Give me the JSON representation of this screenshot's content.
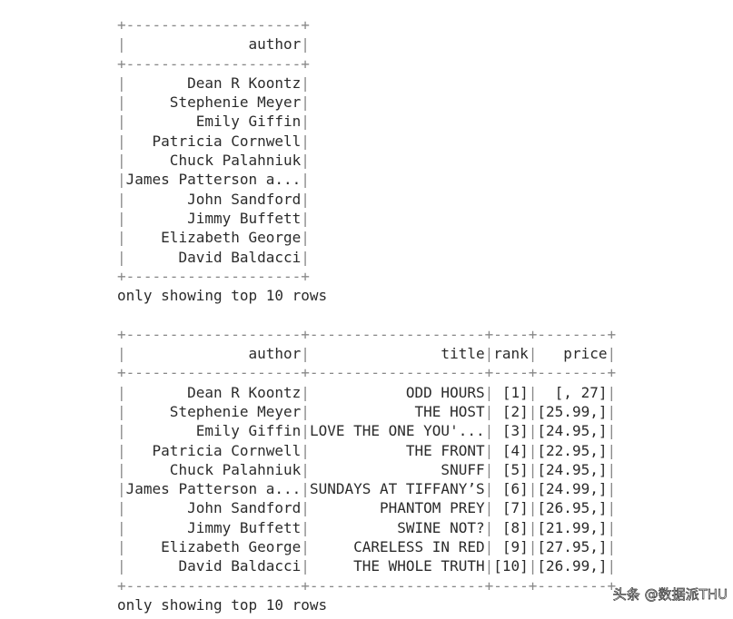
{
  "tables": [
    {
      "columns": [
        {
          "name": "author",
          "width": 20
        }
      ],
      "rows": [
        [
          "Dean R Koontz"
        ],
        [
          "Stephenie Meyer"
        ],
        [
          "Emily Giffin"
        ],
        [
          "Patricia Cornwell"
        ],
        [
          "Chuck Palahniuk"
        ],
        [
          "James Patterson a..."
        ],
        [
          "John Sandford"
        ],
        [
          "Jimmy Buffett"
        ],
        [
          "Elizabeth George"
        ],
        [
          "David Baldacci"
        ]
      ],
      "footer": "only showing top 10 rows"
    },
    {
      "columns": [
        {
          "name": "author",
          "width": 20
        },
        {
          "name": "title",
          "width": 20
        },
        {
          "name": "rank",
          "width": 4
        },
        {
          "name": "price",
          "width": 8
        }
      ],
      "rows": [
        [
          "Dean R Koontz",
          "ODD HOURS",
          "[1]",
          "[, 27]"
        ],
        [
          "Stephenie Meyer",
          "THE HOST",
          "[2]",
          "[25.99,]"
        ],
        [
          "Emily Giffin",
          "LOVE THE ONE YOU'...",
          "[3]",
          "[24.95,]"
        ],
        [
          "Patricia Cornwell",
          "THE FRONT",
          "[4]",
          "[22.95,]"
        ],
        [
          "Chuck Palahniuk",
          "SNUFF",
          "[5]",
          "[24.95,]"
        ],
        [
          "James Patterson a...",
          "SUNDAYS AT TIFFANY’S",
          "[6]",
          "[24.99,]"
        ],
        [
          "John Sandford",
          "PHANTOM PREY",
          "[7]",
          "[26.95,]"
        ],
        [
          "Jimmy Buffett",
          "SWINE NOT?",
          "[8]",
          "[21.99,]"
        ],
        [
          "Elizabeth George",
          "CARELESS IN RED",
          "[9]",
          "[27.95,]"
        ],
        [
          "David Baldacci",
          "THE WHOLE TRUTH",
          "[10]",
          "[26.99,]"
        ]
      ],
      "footer": "only showing top 10 rows"
    }
  ],
  "watermark": "头条 @数据派THU"
}
